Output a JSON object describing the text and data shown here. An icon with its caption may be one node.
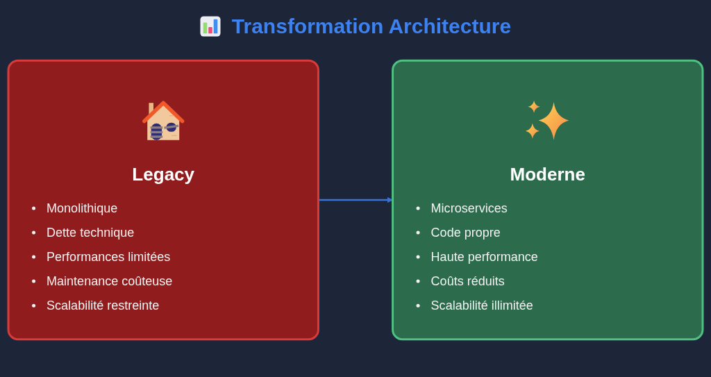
{
  "diagram": {
    "title": "Transformation Architecture",
    "nodes": [
      {
        "text": [
          "Legacy",
          "Monolithique",
          "Dette technique",
          "Performances limitées",
          "Maintenance coûteuse",
          "Scalabilité restreinte"
        ]
      },
      {
        "text": [
          "Moderne",
          "Microservices",
          "Code propre",
          "Haute performance",
          "Coûts réduits",
          "Scalabilité illimitée"
        ]
      }
    ],
    "edges": [
      {
        "from": 0,
        "to": 1,
        "arrow": "to"
      }
    ]
  }
}
